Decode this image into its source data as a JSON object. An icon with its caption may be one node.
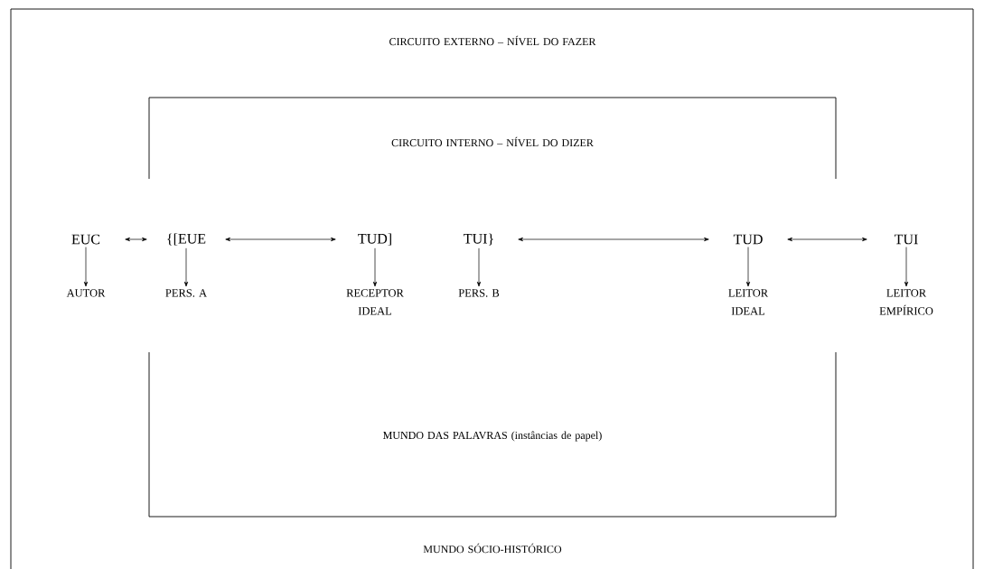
{
  "diagram": {
    "nodes": [
      {
        "text": [
          "CIRCUITO EXTERNO – NÍVEL DO FAZER",
          "MUNDO SÓCIO-HISTÓRICO"
        ]
      },
      {
        "text": [
          "CIRCUITO INTERNO – NÍVEL DO DIZER"
        ],
        "in": 0
      },
      {
        "text": [
          "MUNDO DAS PALAVRAS (instâncias de papel)"
        ],
        "in": 0
      },
      {
        "text": [
          "EUC"
        ],
        "in": 0
      },
      {
        "text": [
          "{[EUE"
        ],
        "in": 0
      },
      {
        "text": [
          "TUD]"
        ],
        "in": 0
      },
      {
        "text": [
          "TUI}"
        ],
        "in": 0
      },
      {
        "text": [
          "TUD"
        ],
        "in": 0
      },
      {
        "text": [
          "TUI"
        ],
        "in": 0
      },
      {
        "text": [
          "AUTOR"
        ],
        "in": 0
      },
      {
        "text": [
          "PERS. A"
        ],
        "in": 0
      },
      {
        "text": [
          "RECEPTOR IDEAL"
        ],
        "in": 0
      },
      {
        "text": [
          "PERS. B"
        ],
        "in": 0
      },
      {
        "text": [
          "LEITOR IDEAL"
        ],
        "in": 0
      },
      {
        "text": [
          "LEITOR EMPÍRICO"
        ],
        "in": 0
      }
    ],
    "edges": [
      {
        "from": 3,
        "to": 4,
        "arrow": "both"
      },
      {
        "from": 4,
        "to": 5,
        "arrow": "both"
      },
      {
        "from": 6,
        "to": 7,
        "arrow": "both"
      },
      {
        "from": 7,
        "to": 8,
        "arrow": "both"
      },
      {
        "from": 3,
        "to": 9,
        "arrow": "to"
      },
      {
        "from": 4,
        "to": 10,
        "arrow": "to"
      },
      {
        "from": 5,
        "to": 11,
        "arrow": "to"
      },
      {
        "from": 6,
        "to": 12,
        "arrow": "to"
      },
      {
        "from": 7,
        "to": 13,
        "arrow": "to"
      },
      {
        "from": 8,
        "to": 14,
        "arrow": "to"
      }
    ]
  }
}
